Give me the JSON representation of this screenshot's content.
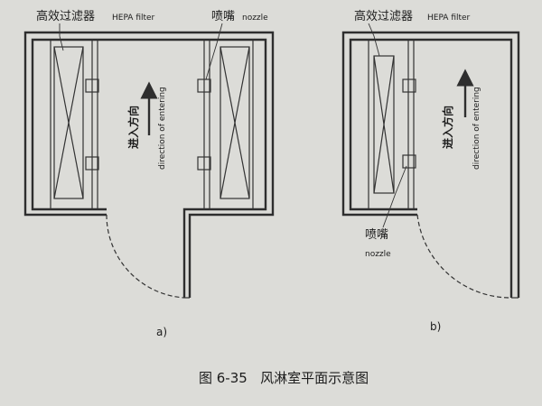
{
  "figure": {
    "caption": "图 6-35   风淋室平面示意图",
    "a": {
      "sublabel": "a)",
      "filter_label_cn": "高效过滤器",
      "filter_label_en": "HEPA filter",
      "nozzle_label_cn": "喷嘴",
      "nozzle_label_en": "nozzle",
      "direction_cn": "进入方向",
      "direction_en": "direction of entering"
    },
    "b": {
      "sublabel": "b)",
      "filter_label_cn": "高效过滤器",
      "filter_label_en": "HEPA filter",
      "nozzle_label_cn": "喷嘴",
      "nozzle_label_en": "nozzle",
      "direction_cn": "进入方向",
      "direction_en": "direction of entering"
    }
  }
}
